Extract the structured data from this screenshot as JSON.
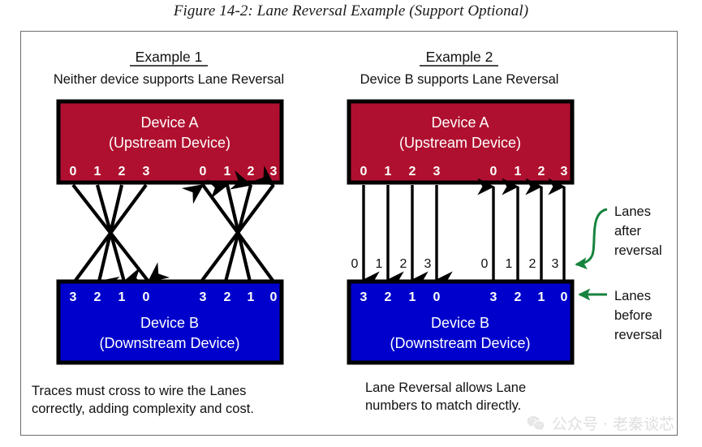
{
  "figure": {
    "title": "Figure 14-2: Lane Reversal Example (Support Optional)"
  },
  "examples": [
    {
      "heading": "Example 1",
      "subheading": "Neither device supports Lane Reversal",
      "upstream_box": {
        "line1": "Device A",
        "line2": "(Upstream Device)",
        "color": "#B0102F",
        "lanes_left": [
          "0",
          "1",
          "2",
          "3"
        ],
        "lanes_right": [
          "0",
          "1",
          "2",
          "3"
        ]
      },
      "downstream_box": {
        "line1": "Device B",
        "line2": "(Downstream Device)",
        "color": "#0000CC",
        "lanes_left": [
          "3",
          "2",
          "1",
          "0"
        ],
        "lanes_right": [
          "3",
          "2",
          "1",
          "0"
        ]
      },
      "caption_line1": "Traces must cross to wire the Lanes",
      "caption_line2": "correctly, adding complexity and cost."
    },
    {
      "heading": "Example 2",
      "subheading": "Device B supports Lane Reversal",
      "upstream_box": {
        "line1": "Device A",
        "line2": "(Upstream Device)",
        "color": "#B0102F",
        "lanes_left": [
          "0",
          "1",
          "2",
          "3"
        ],
        "lanes_right": [
          "0",
          "1",
          "2",
          "3"
        ]
      },
      "downstream_box": {
        "line1": "Device B",
        "line2": "(Downstream Device)",
        "color": "#0000CC",
        "lanes_left": [
          "3",
          "2",
          "1",
          "0"
        ],
        "lanes_right": [
          "3",
          "2",
          "1",
          "0"
        ]
      },
      "mid_lanes_left": [
        "0",
        "1",
        "2",
        "3"
      ],
      "mid_lanes_right": [
        "0",
        "1",
        "2",
        "3"
      ],
      "caption_line1": "Lane Reversal allows Lane",
      "caption_line2": "numbers to match directly."
    }
  ],
  "annotations": {
    "after_reversal": {
      "line1": "Lanes",
      "line2": "after",
      "line3": "reversal",
      "color": "#16833E"
    },
    "before_reversal": {
      "line1": "Lanes",
      "line2": "before",
      "line3": "reversal",
      "color": "#16833E"
    }
  },
  "watermark": {
    "text": "公众号 · 老秦谈芯"
  }
}
